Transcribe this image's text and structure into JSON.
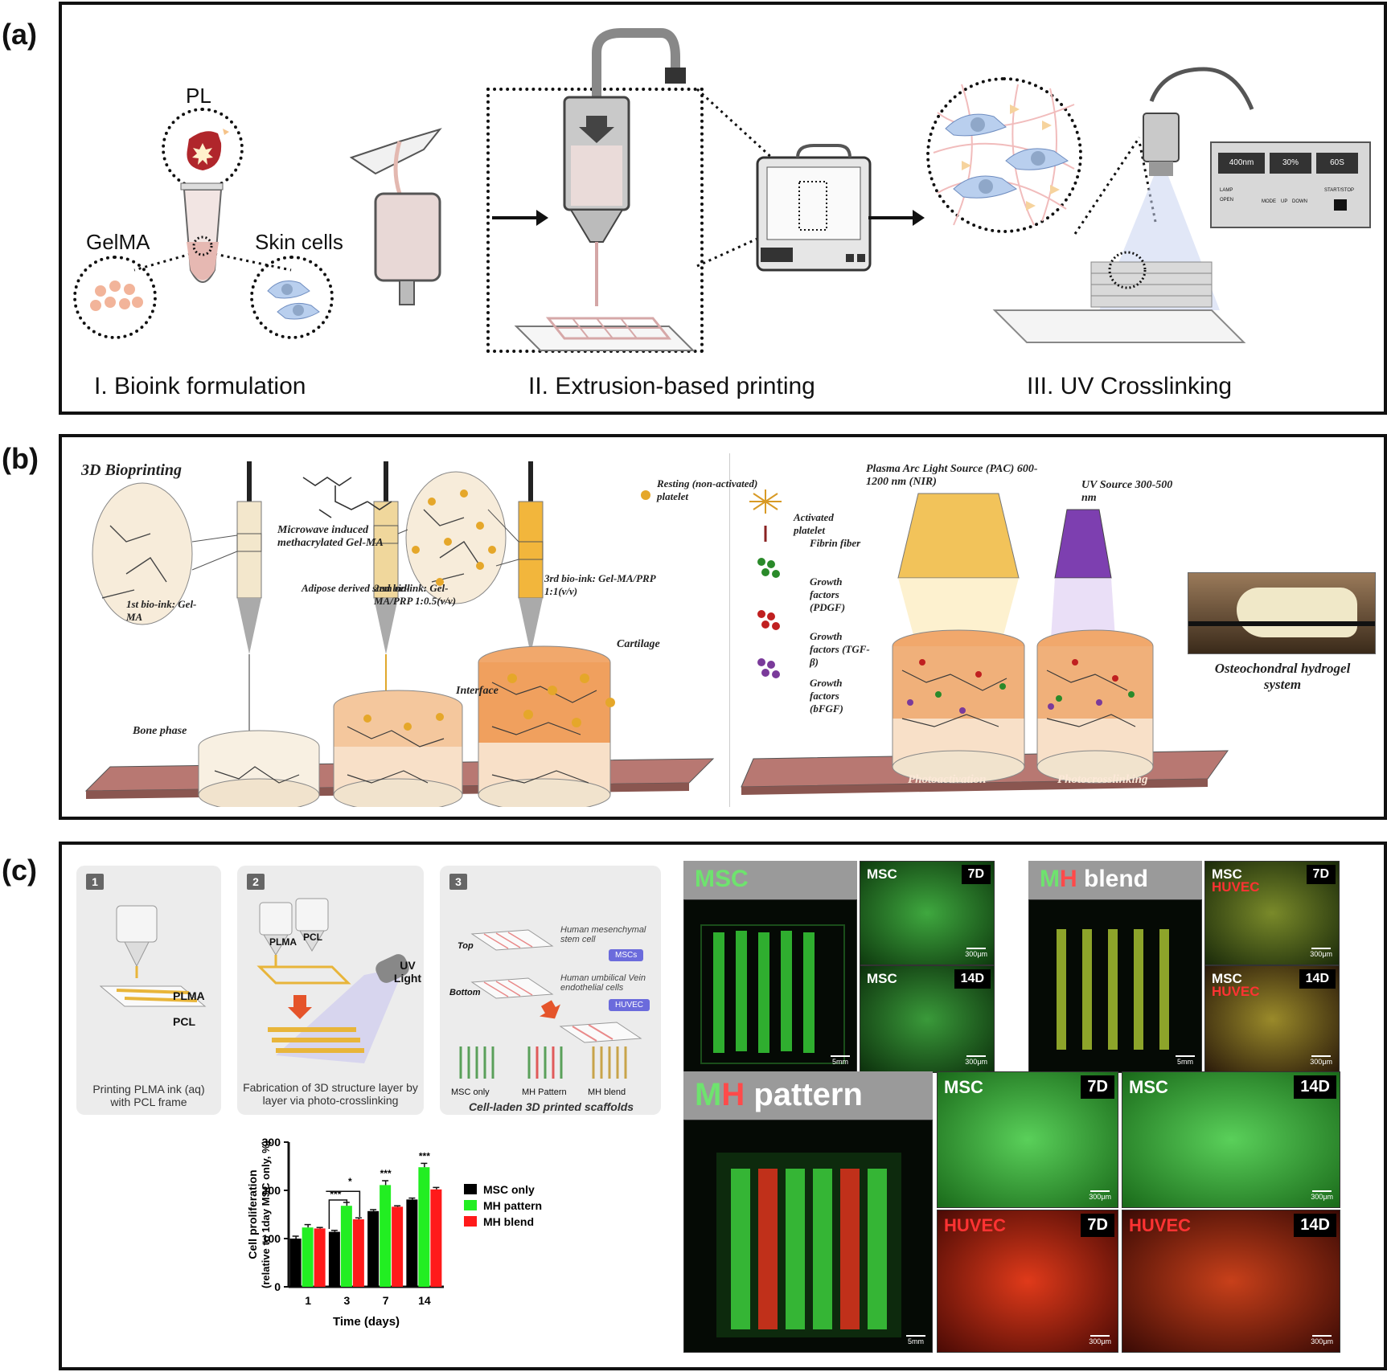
{
  "panel_a": {
    "label": "(a)",
    "pl_label": "PL",
    "gelma_label": "GelMA",
    "skin_cells_label": "Skin cells",
    "step1": "I. Bioink formulation",
    "step2": "II. Extrusion-based printing",
    "step3": "III. UV Crosslinking",
    "uv_device": {
      "wavelength": "400nm",
      "power": "30%",
      "time": "60S",
      "lamp": "LAMP",
      "open": "OPEN",
      "mode": "MODE",
      "up": "UP",
      "down": "DOWN",
      "start_stop": "START/STOP"
    }
  },
  "panel_b": {
    "label": "(b)",
    "title": "3D Bioprinting",
    "microwave_label": "Microwave induced methacrylated Gel-MA",
    "adipose_label": "Adipose derived stem cell",
    "resting_label": "Resting (non-activated) platelet",
    "bioink1": "1st bio-ink: Gel-MA",
    "bioink2": "2nd bio-ink: Gel-MA/PRP 1:0.5(v/v)",
    "bioink3": "3rd bio-ink: Gel-MA/PRP 1:1(v/v)",
    "bone_phase": "Bone phase",
    "interface": "Interface",
    "cartilage": "Cartilage",
    "activated_platelet": "Activated platelet",
    "fibrin_fiber": "Fibrin fiber",
    "gf_pdgf": "Growth factors (PDGF)",
    "gf_tgf": "Growth factors (TGF-β)",
    "gf_bfgf": "Growth factors (bFGF)",
    "pac_label": "Plasma Arc Light Source (PAC) 600-1200 nm (NIR)",
    "uv_label": "UV Source 300-500 nm",
    "photoactivation": "Photoactivation",
    "photocrosslinking": "Photocrosslinking",
    "osteochondral": "Osteochondral hydrogel system"
  },
  "panel_c": {
    "label": "(c)",
    "step1_caption": "Printing PLMA ink (aq) with PCL frame",
    "step2_caption": "Fabrication of 3D structure layer by layer via photo-crosslinking",
    "step3_caption": "Cell-laden 3D printed scaffolds",
    "plma": "PLMA",
    "pcl": "PCL",
    "uv_light": "UV Light",
    "top": "Top",
    "bottom": "Bottom",
    "msc_desc": "Human mesenchymal stem cell",
    "msc_badge": "MSCs",
    "huvec_desc": "Human umbilical Vein endothelial cells",
    "huvec_badge": "HUVEC",
    "msc_only": "MSC only",
    "mh_pattern": "MH Pattern",
    "mh_blend": "MH blend",
    "micro_titles": {
      "msc": "MSC",
      "mh_blend_m": "M",
      "mh_blend_h": "H",
      "mh_blend_rest": " blend",
      "mh_pattern_m": "M",
      "mh_pattern_h": "H",
      "mh_pattern_rest": " pattern"
    },
    "micro_tags": {
      "msc": "MSC",
      "huvec": "HUVEC",
      "d7": "7D",
      "d14": "14D",
      "scale_small": "300μm",
      "scale_large": "5mm"
    }
  },
  "chart_data": {
    "type": "bar",
    "categories": [
      "1",
      "3",
      "7",
      "14"
    ],
    "series": [
      {
        "name": "MSC only",
        "color": "#000000",
        "values": [
          100,
          114,
          157,
          181
        ]
      },
      {
        "name": "MH pattern",
        "color": "#22ee22",
        "values": [
          123,
          168,
          211,
          248
        ]
      },
      {
        "name": "MH blend",
        "color": "#ff1a1a",
        "values": [
          121,
          140,
          166,
          202
        ]
      }
    ],
    "errors": [
      [
        5,
        3,
        3,
        3
      ],
      [
        6,
        7,
        9,
        8
      ],
      [
        2,
        3,
        2,
        4
      ]
    ],
    "xlabel": "Time (days)",
    "ylabel": "Cell proliferation (relative to 1day MSC only, %)",
    "ylim": [
      0,
      300
    ],
    "yticks": [
      0,
      100,
      200,
      300
    ],
    "annotations": [
      "***",
      "*",
      "***",
      "***",
      "***"
    ]
  }
}
